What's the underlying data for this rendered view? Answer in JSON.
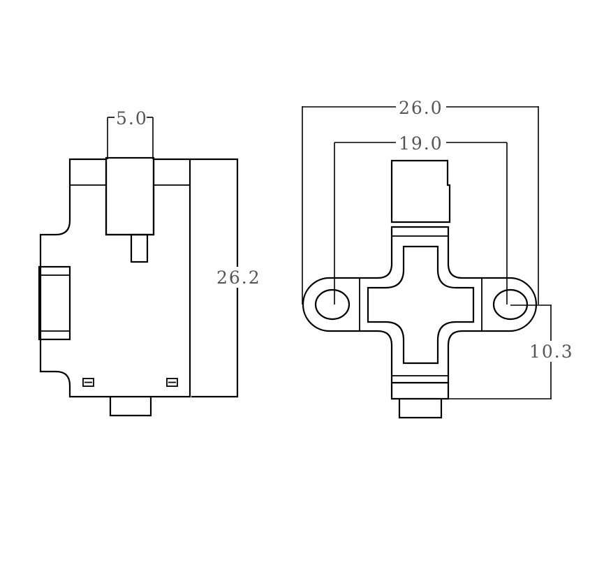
{
  "dimensions": {
    "side_width": "5.0",
    "side_height": "26.2",
    "front_overall_width": "26.0",
    "front_hole_spacing": "19.0",
    "front_hole_to_bottom": "10.3"
  }
}
